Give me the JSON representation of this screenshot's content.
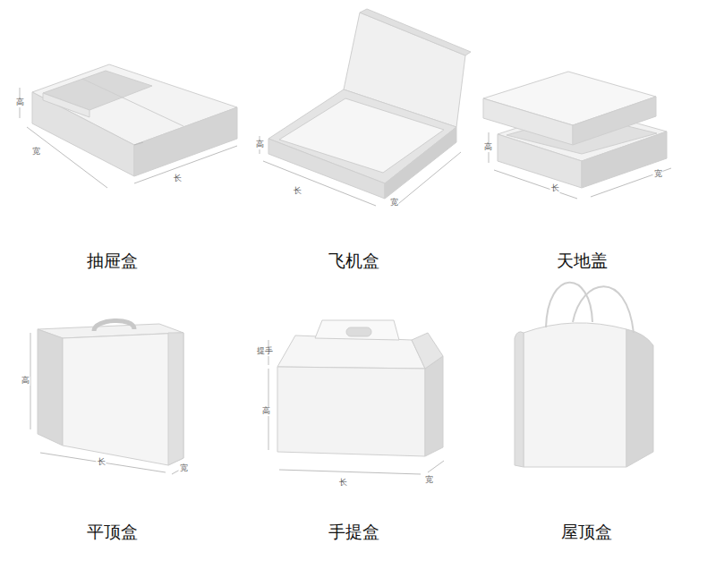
{
  "diagram": {
    "labels": [
      "高",
      "宽",
      "长",
      "抽屉盒",
      "高",
      "长",
      "宽",
      "飞机盒",
      "高",
      "长",
      "宽",
      "天地盖",
      "高",
      "长",
      "宽",
      "平顶盒",
      "提手",
      "高",
      "长",
      "宽",
      "手提盒",
      "屋顶盒"
    ]
  }
}
